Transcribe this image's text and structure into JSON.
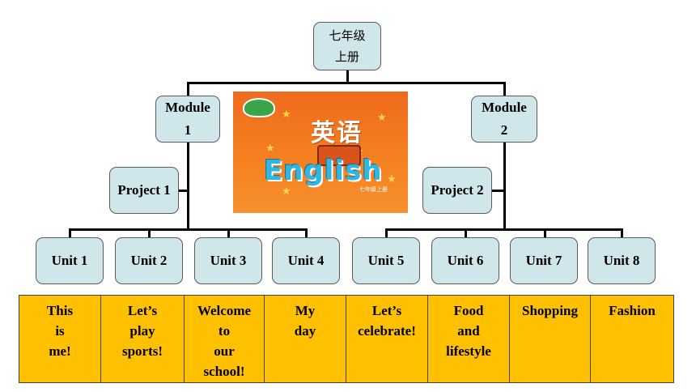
{
  "root": {
    "line1": "七年级",
    "line2": "上册"
  },
  "modules": [
    {
      "label": "Module\n1"
    },
    {
      "label": "Module\n2"
    }
  ],
  "projects": [
    {
      "label": "Project 1"
    },
    {
      "label": "Project 2"
    }
  ],
  "units": [
    {
      "label": "Unit 1",
      "title": "This\nis\nme!"
    },
    {
      "label": "Unit 2",
      "title": "Let’s\nplay\nsports!"
    },
    {
      "label": "Unit 3",
      "title": "Welcome\nto\nour\nschool!"
    },
    {
      "label": "Unit 4",
      "title": "My\nday"
    },
    {
      "label": "Unit 5",
      "title": "Let’s\ncelebrate!"
    },
    {
      "label": "Unit 6",
      "title": "Food\nand\nlifestyle"
    },
    {
      "label": "Unit 7",
      "title": "Shopping"
    },
    {
      "label": "Unit 8",
      "title": "Fashion"
    }
  ],
  "book_cover": {
    "title_cn": "英语",
    "title_en": "English",
    "grade_text": "七年级上册"
  },
  "colors": {
    "node_fill": "#cfe7ea",
    "table_fill": "#ffc000",
    "cover_orange": "#f58220"
  }
}
